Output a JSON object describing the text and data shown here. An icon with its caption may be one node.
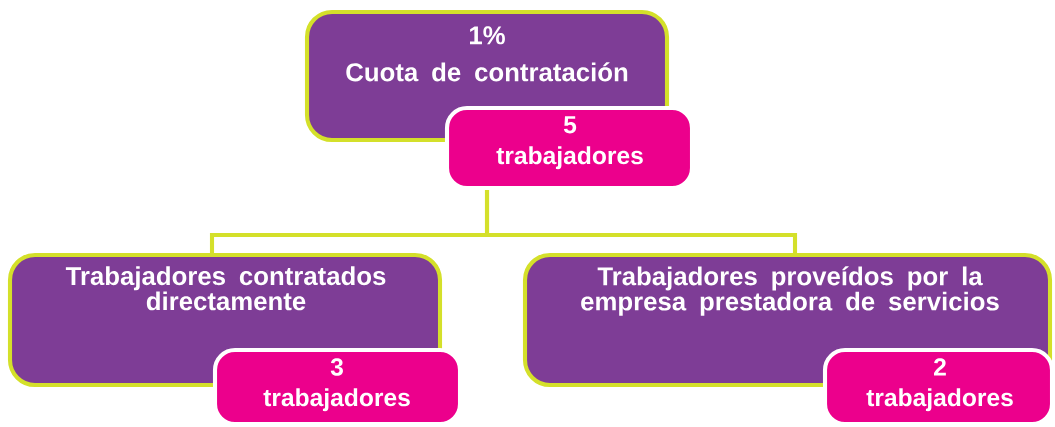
{
  "diagram": {
    "nodes": [
      {
        "text": [
          "1%",
          "Cuota de contratación"
        ]
      },
      {
        "text": [
          "5",
          "trabajadores"
        ]
      },
      {
        "text": [
          "Trabajadores contratados directamente"
        ]
      },
      {
        "text": [
          "3",
          "trabajadores"
        ]
      },
      {
        "text": [
          "Trabajadores proveídos por la empresa prestadora de servicios"
        ]
      },
      {
        "text": [
          "2",
          "trabajadores"
        ]
      }
    ],
    "edges": [
      {
        "from": 1,
        "to": 2,
        "arrow": "none"
      },
      {
        "from": 1,
        "to": 4,
        "arrow": "none"
      }
    ]
  }
}
